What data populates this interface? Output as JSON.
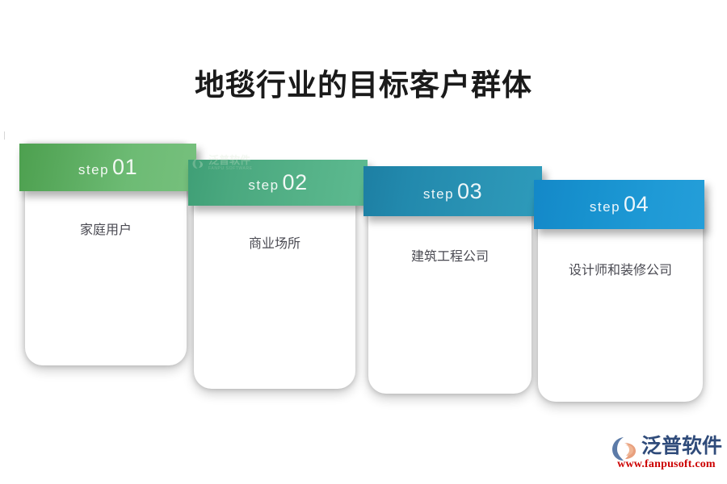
{
  "title": "地毯行业的目标客户群体",
  "background_color": "#ffffff",
  "steps": [
    {
      "id": "step-1",
      "step_word": "step",
      "step_number": "01",
      "label": "家庭用户",
      "color_start": "#4da04f",
      "color_end": "#76c07d"
    },
    {
      "id": "step-2",
      "step_word": "step",
      "step_number": "02",
      "label": "商业场所",
      "color_start": "#3f9f76",
      "color_end": "#5dba90"
    },
    {
      "id": "step-3",
      "step_word": "step",
      "step_number": "03",
      "label": "建筑工程公司",
      "color_start": "#1d7fa3",
      "color_end": "#2e9bbb"
    },
    {
      "id": "step-4",
      "step_word": "step",
      "step_number": "04",
      "label": "设计师和装修公司",
      "color_start": "#1488c8",
      "color_end": "#249ed9"
    }
  ],
  "watermark": {
    "name": "泛普软件",
    "subtitle": "FANPU SOFTWARE"
  },
  "logo": {
    "name": "泛普软件",
    "url": "www.fanpusoft.com",
    "name_color": "#2f4b7a",
    "url_color": "#cc0000"
  }
}
